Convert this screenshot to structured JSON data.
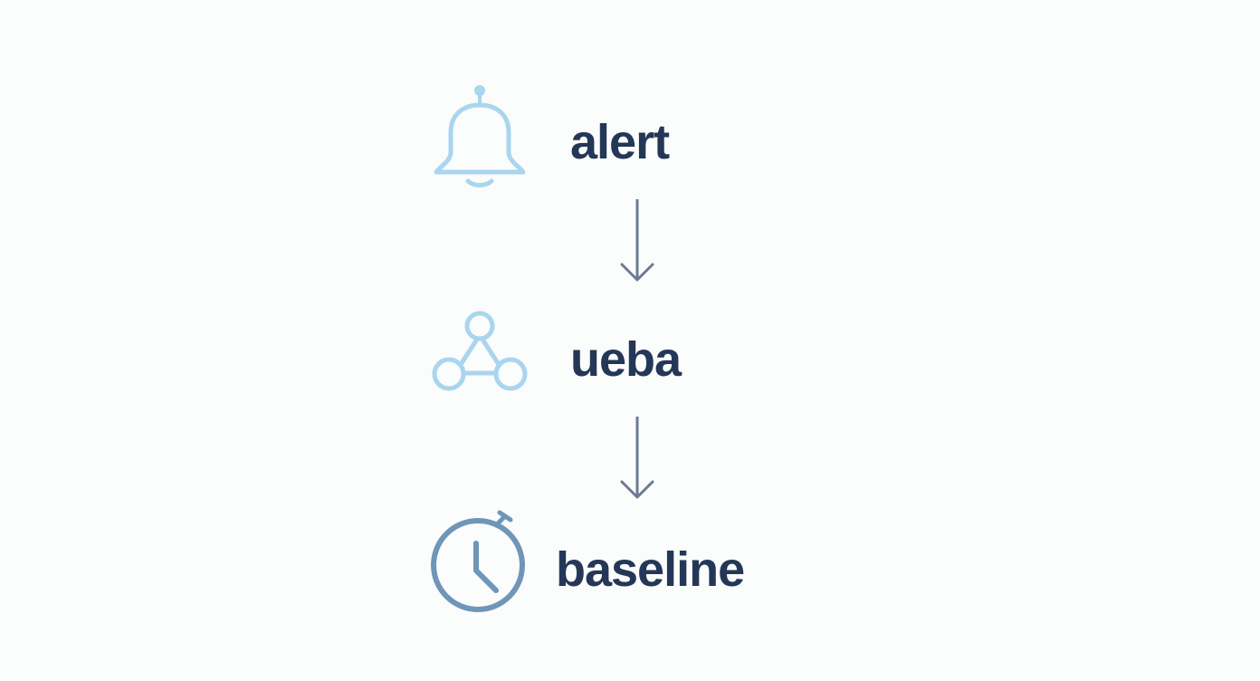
{
  "diagram": {
    "type": "vertical-flow",
    "nodes": [
      {
        "id": "alert",
        "label": "alert",
        "icon": "bell-icon",
        "icon_color": "#a9d5ef"
      },
      {
        "id": "ueba",
        "label": "ueba",
        "icon": "network-triangle-icon",
        "icon_color": "#a9d5ef"
      },
      {
        "id": "baseline",
        "label": "baseline",
        "icon": "stopwatch-icon",
        "icon_color": "#6f96b8"
      }
    ],
    "edges": [
      {
        "from": "alert",
        "to": "ueba",
        "style": "down-arrow",
        "color": "#6b7a92"
      },
      {
        "from": "ueba",
        "to": "baseline",
        "style": "down-arrow",
        "color": "#6b7a92"
      }
    ],
    "text_color": "#243757"
  }
}
